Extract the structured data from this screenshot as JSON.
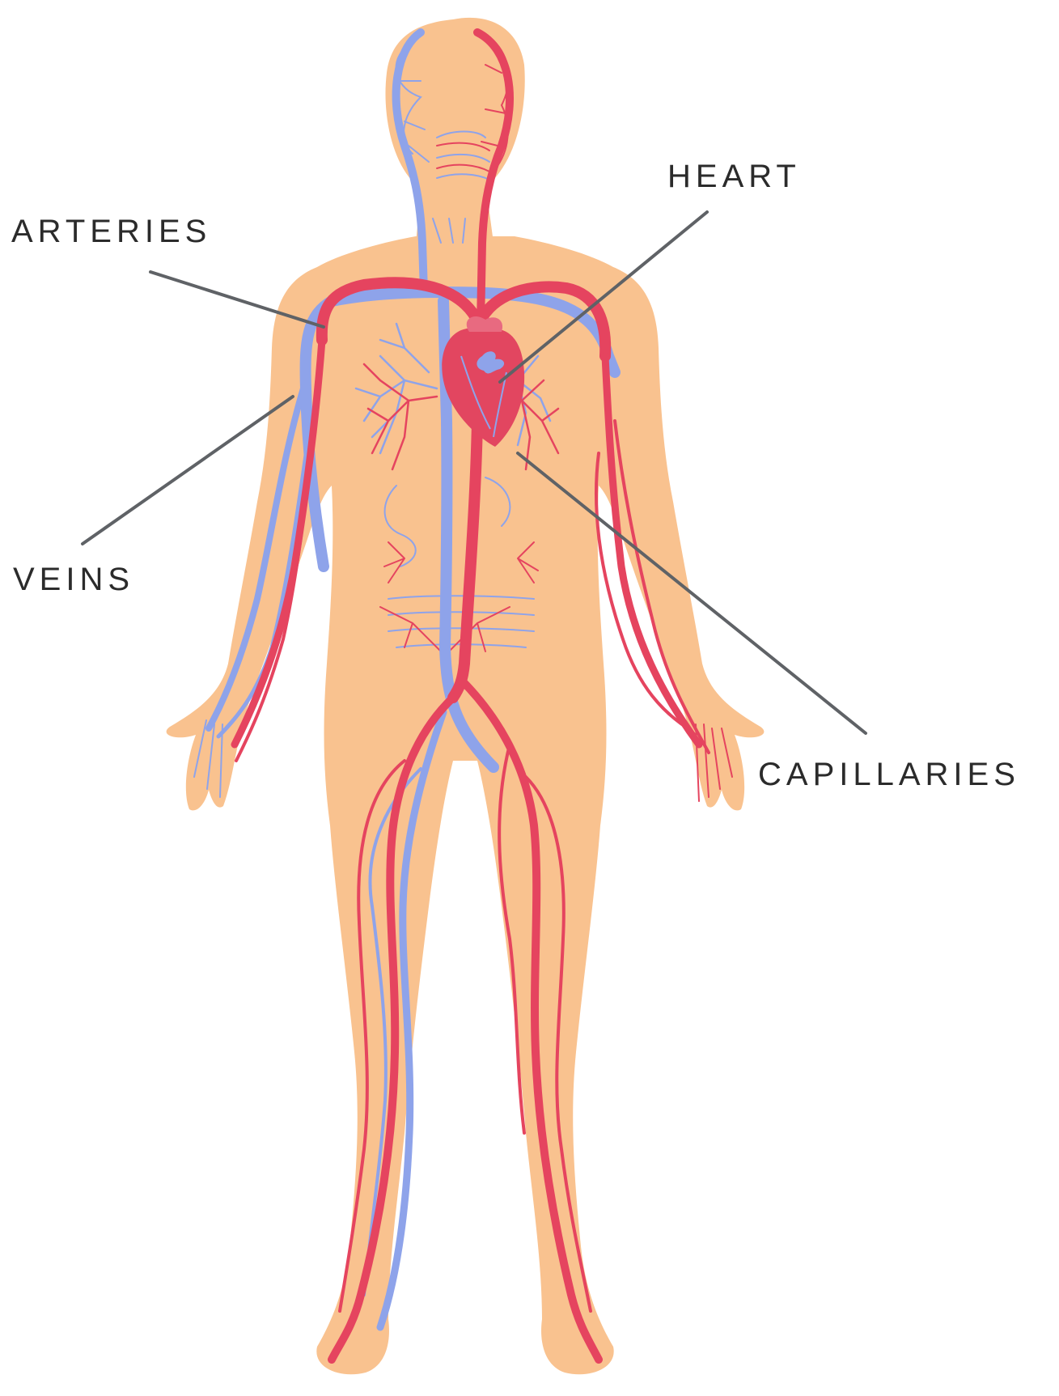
{
  "labels": {
    "heart": "HEART",
    "arteries": "ARTERIES",
    "veins": "VEINS",
    "capillaries": "CAPILLARIES"
  },
  "colors": {
    "background": "#ffffff",
    "skin": "#f9c28f",
    "artery": "#e5445f",
    "vein": "#8ea3ea",
    "heart": "#e24660",
    "leader_line": "#5f6266",
    "label_text": "#2b2b2b"
  }
}
